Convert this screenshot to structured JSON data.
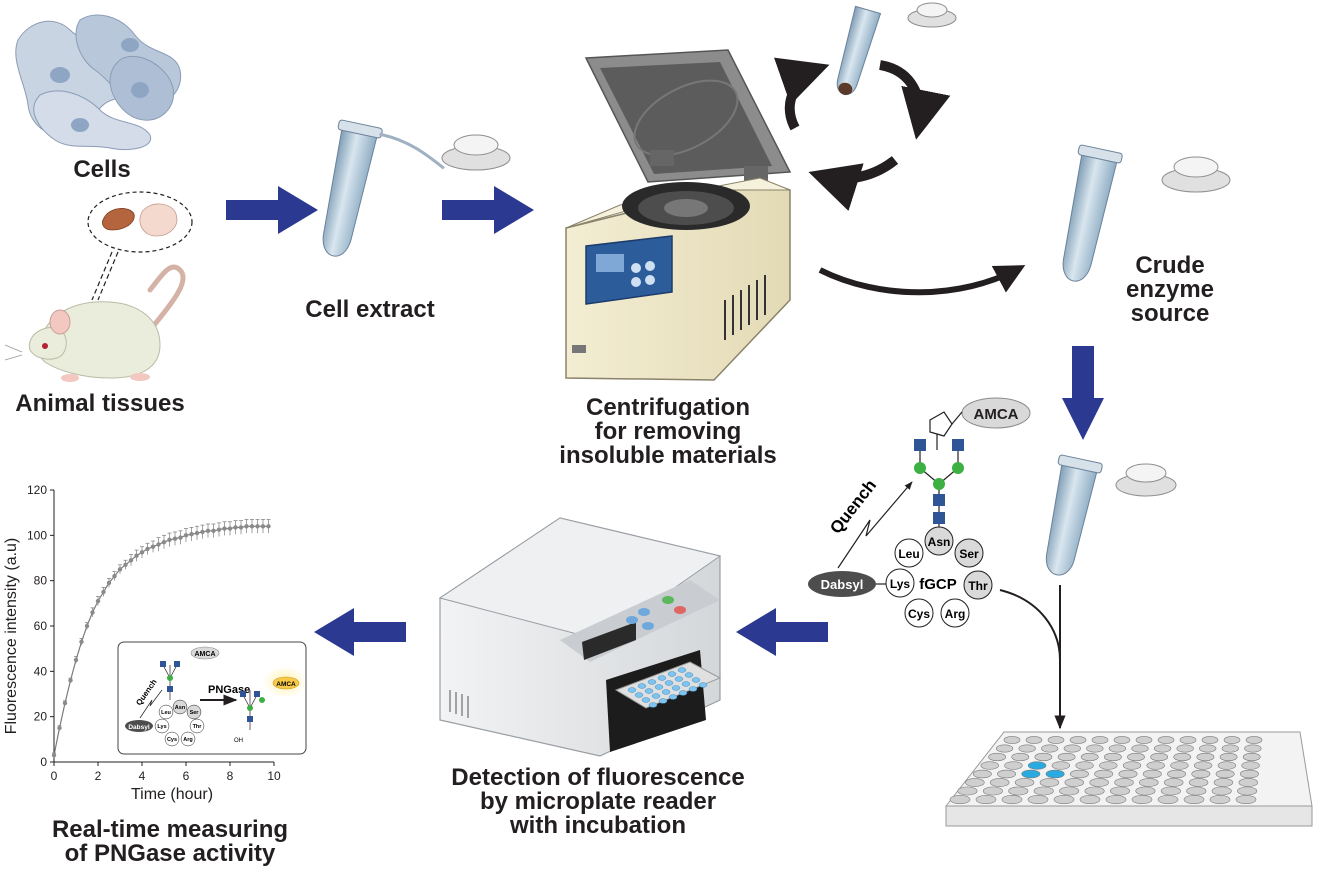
{
  "labels": {
    "cells": "Cells",
    "animal_tissues": "Animal tissues",
    "cell_extract": "Cell extract",
    "centrifugation": [
      "Centrifugation",
      "for removing",
      "insoluble materials"
    ],
    "crude_enzyme": [
      "Crude",
      "enzyme",
      "source"
    ],
    "detection": [
      "Detection of fluorescence",
      "by microplate reader",
      "with incubation"
    ],
    "realtime": [
      "Real-time measuring",
      "of PNGase activity"
    ]
  },
  "probe": {
    "fluorophore": "AMCA",
    "quencher": "Dabsyl",
    "quench_label": "Quench",
    "peptide_name": "fGCP",
    "residues": [
      "Leu",
      "Asn",
      "Ser",
      "Lys",
      "Thr",
      "Cys",
      "Arg"
    ]
  },
  "inset": {
    "fluorophore": "AMCA",
    "quencher": "Dabsyl",
    "quench_label": "Quench",
    "enzyme": "PNGase",
    "residues": [
      "Leu",
      "Asn",
      "Ser",
      "Lys",
      "Thr",
      "Cys",
      "Arg"
    ],
    "oh_label": "OH"
  },
  "colors": {
    "arrow_blue": "#2b3990",
    "text": "#231f20",
    "glcnac_blue": "#2f5597",
    "mannose_green": "#3cb043",
    "tube_blue": "#a9c3d6",
    "well_highlight": "#29abe2"
  },
  "chart_data": {
    "type": "line",
    "xlabel": "Time (hour)",
    "ylabel": "Fluorescence intensity (a.u)",
    "xlim": [
      0,
      10
    ],
    "ylim": [
      0,
      120
    ],
    "xticks": [
      0,
      2,
      4,
      6,
      8,
      10
    ],
    "yticks": [
      0,
      20,
      40,
      60,
      80,
      100,
      120
    ],
    "grid": false,
    "error_bars": true,
    "x": [
      0,
      0.25,
      0.5,
      0.75,
      1.0,
      1.25,
      1.5,
      1.75,
      2.0,
      2.25,
      2.5,
      2.75,
      3.0,
      3.25,
      3.5,
      3.75,
      4.0,
      4.25,
      4.5,
      4.75,
      5.0,
      5.25,
      5.5,
      5.75,
      6.0,
      6.25,
      6.5,
      6.75,
      7.0,
      7.25,
      7.5,
      7.75,
      8.0,
      8.25,
      8.5,
      8.75,
      9.0,
      9.25,
      9.5,
      9.75
    ],
    "y": [
      3,
      15,
      26,
      36,
      45,
      53,
      60,
      66,
      71,
      75,
      79,
      82,
      85,
      87,
      89,
      91,
      92.5,
      94,
      95,
      96,
      97,
      98,
      98.5,
      99,
      100,
      100.5,
      101,
      101.5,
      102,
      102,
      102.5,
      103,
      103,
      103.5,
      103.5,
      104,
      104,
      104,
      104,
      104
    ],
    "err": [
      1,
      1,
      1,
      1,
      1.5,
      1.5,
      1.5,
      2,
      2,
      2,
      2,
      2,
      2,
      2,
      2.5,
      2.5,
      2.5,
      2.5,
      2.5,
      3,
      3,
      3,
      3,
      3,
      3,
      3,
      3,
      3,
      3,
      3,
      3,
      3,
      3,
      3,
      3,
      3,
      3,
      3,
      3,
      3
    ]
  }
}
